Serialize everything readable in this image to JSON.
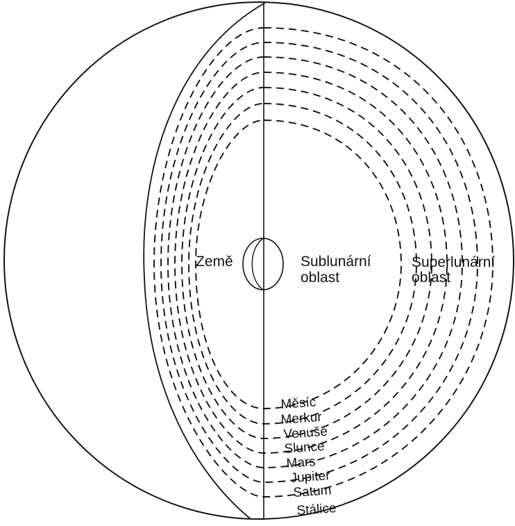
{
  "labels": {
    "earth": "Země",
    "sublunar_line1": "Sublunární",
    "sublunar_line2": "oblast",
    "superlunar_line1": "Superlunární",
    "superlunar_line2": "oblast",
    "fixed_stars": "Stálice"
  },
  "spheres": [
    "Měsíc",
    "Merkur",
    "Venuše",
    "Slunce",
    "Mars",
    "Jupiter",
    "Satum"
  ],
  "colors": {
    "ink": "#111111",
    "background": "#ffffff"
  }
}
